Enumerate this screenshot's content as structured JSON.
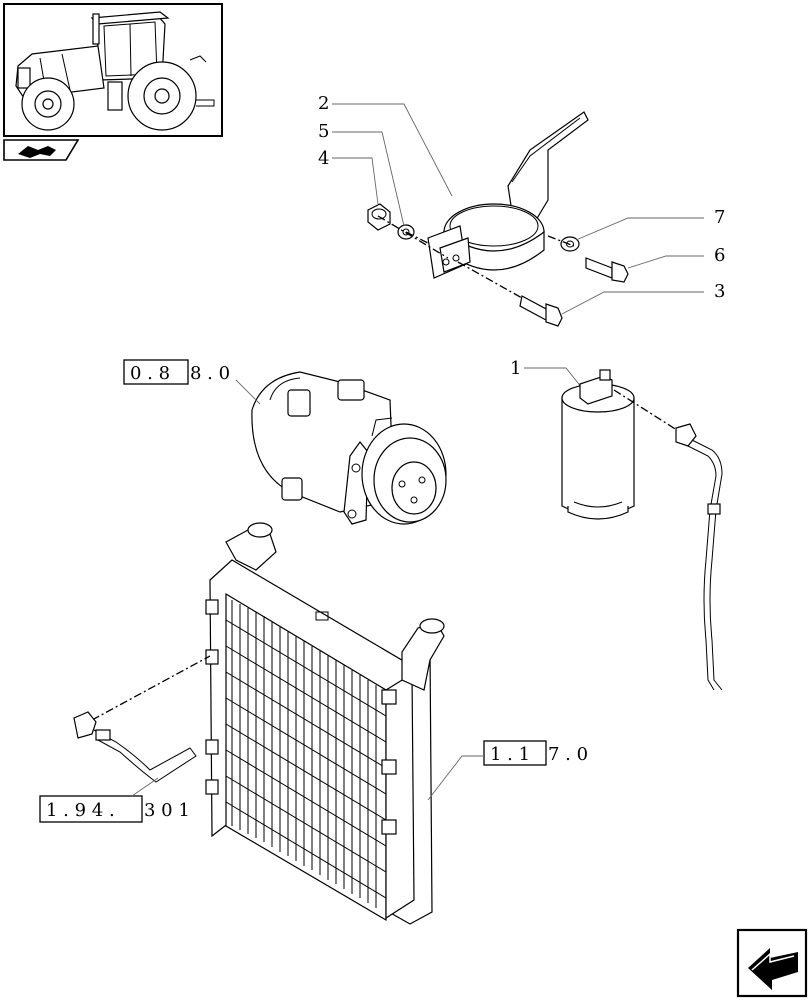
{
  "diagram": {
    "callouts": [
      {
        "id": "c1",
        "label": "1"
      },
      {
        "id": "c2",
        "label": "2"
      },
      {
        "id": "c3",
        "label": "3"
      },
      {
        "id": "c4",
        "label": "4"
      },
      {
        "id": "c5",
        "label": "5"
      },
      {
        "id": "c6",
        "label": "6"
      },
      {
        "id": "c7",
        "label": "7"
      }
    ],
    "references": [
      {
        "id": "compressor-ref",
        "boxed": "0 . 8",
        "rest": "8 . 0"
      },
      {
        "id": "condenser-ref",
        "boxed": "1 . 1",
        "rest": "7 . 0"
      },
      {
        "id": "pipe-ref",
        "boxed": "1 . 9 4 .",
        "rest": "3   0 1"
      }
    ]
  },
  "thumbnail": {
    "icon": "tractor-icon"
  },
  "nav": {
    "section_icon": "section-hand-icon",
    "next_icon": "next-page-arrow-icon"
  }
}
